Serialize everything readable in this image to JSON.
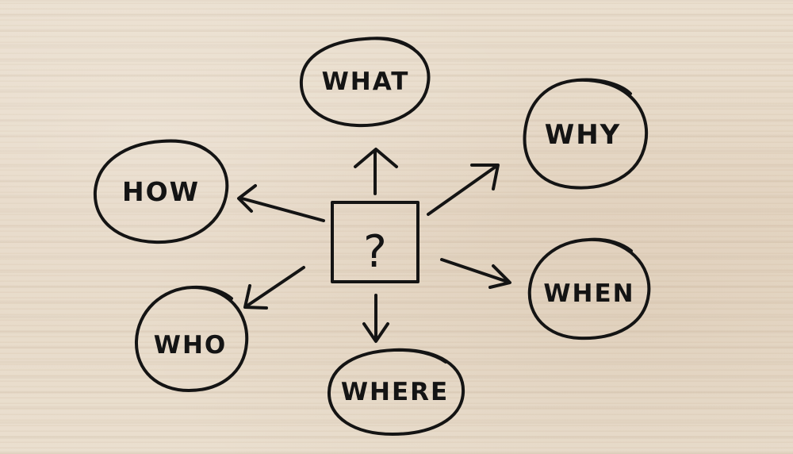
{
  "image": {
    "background": "light wood grain",
    "ink_color": "#141414",
    "center_symbol": "?",
    "nodes": [
      {
        "label": "WHAT"
      },
      {
        "label": "WHY"
      },
      {
        "label": "HOW"
      },
      {
        "label": "WHEN"
      },
      {
        "label": "WHO"
      },
      {
        "label": "WHERE"
      }
    ]
  }
}
